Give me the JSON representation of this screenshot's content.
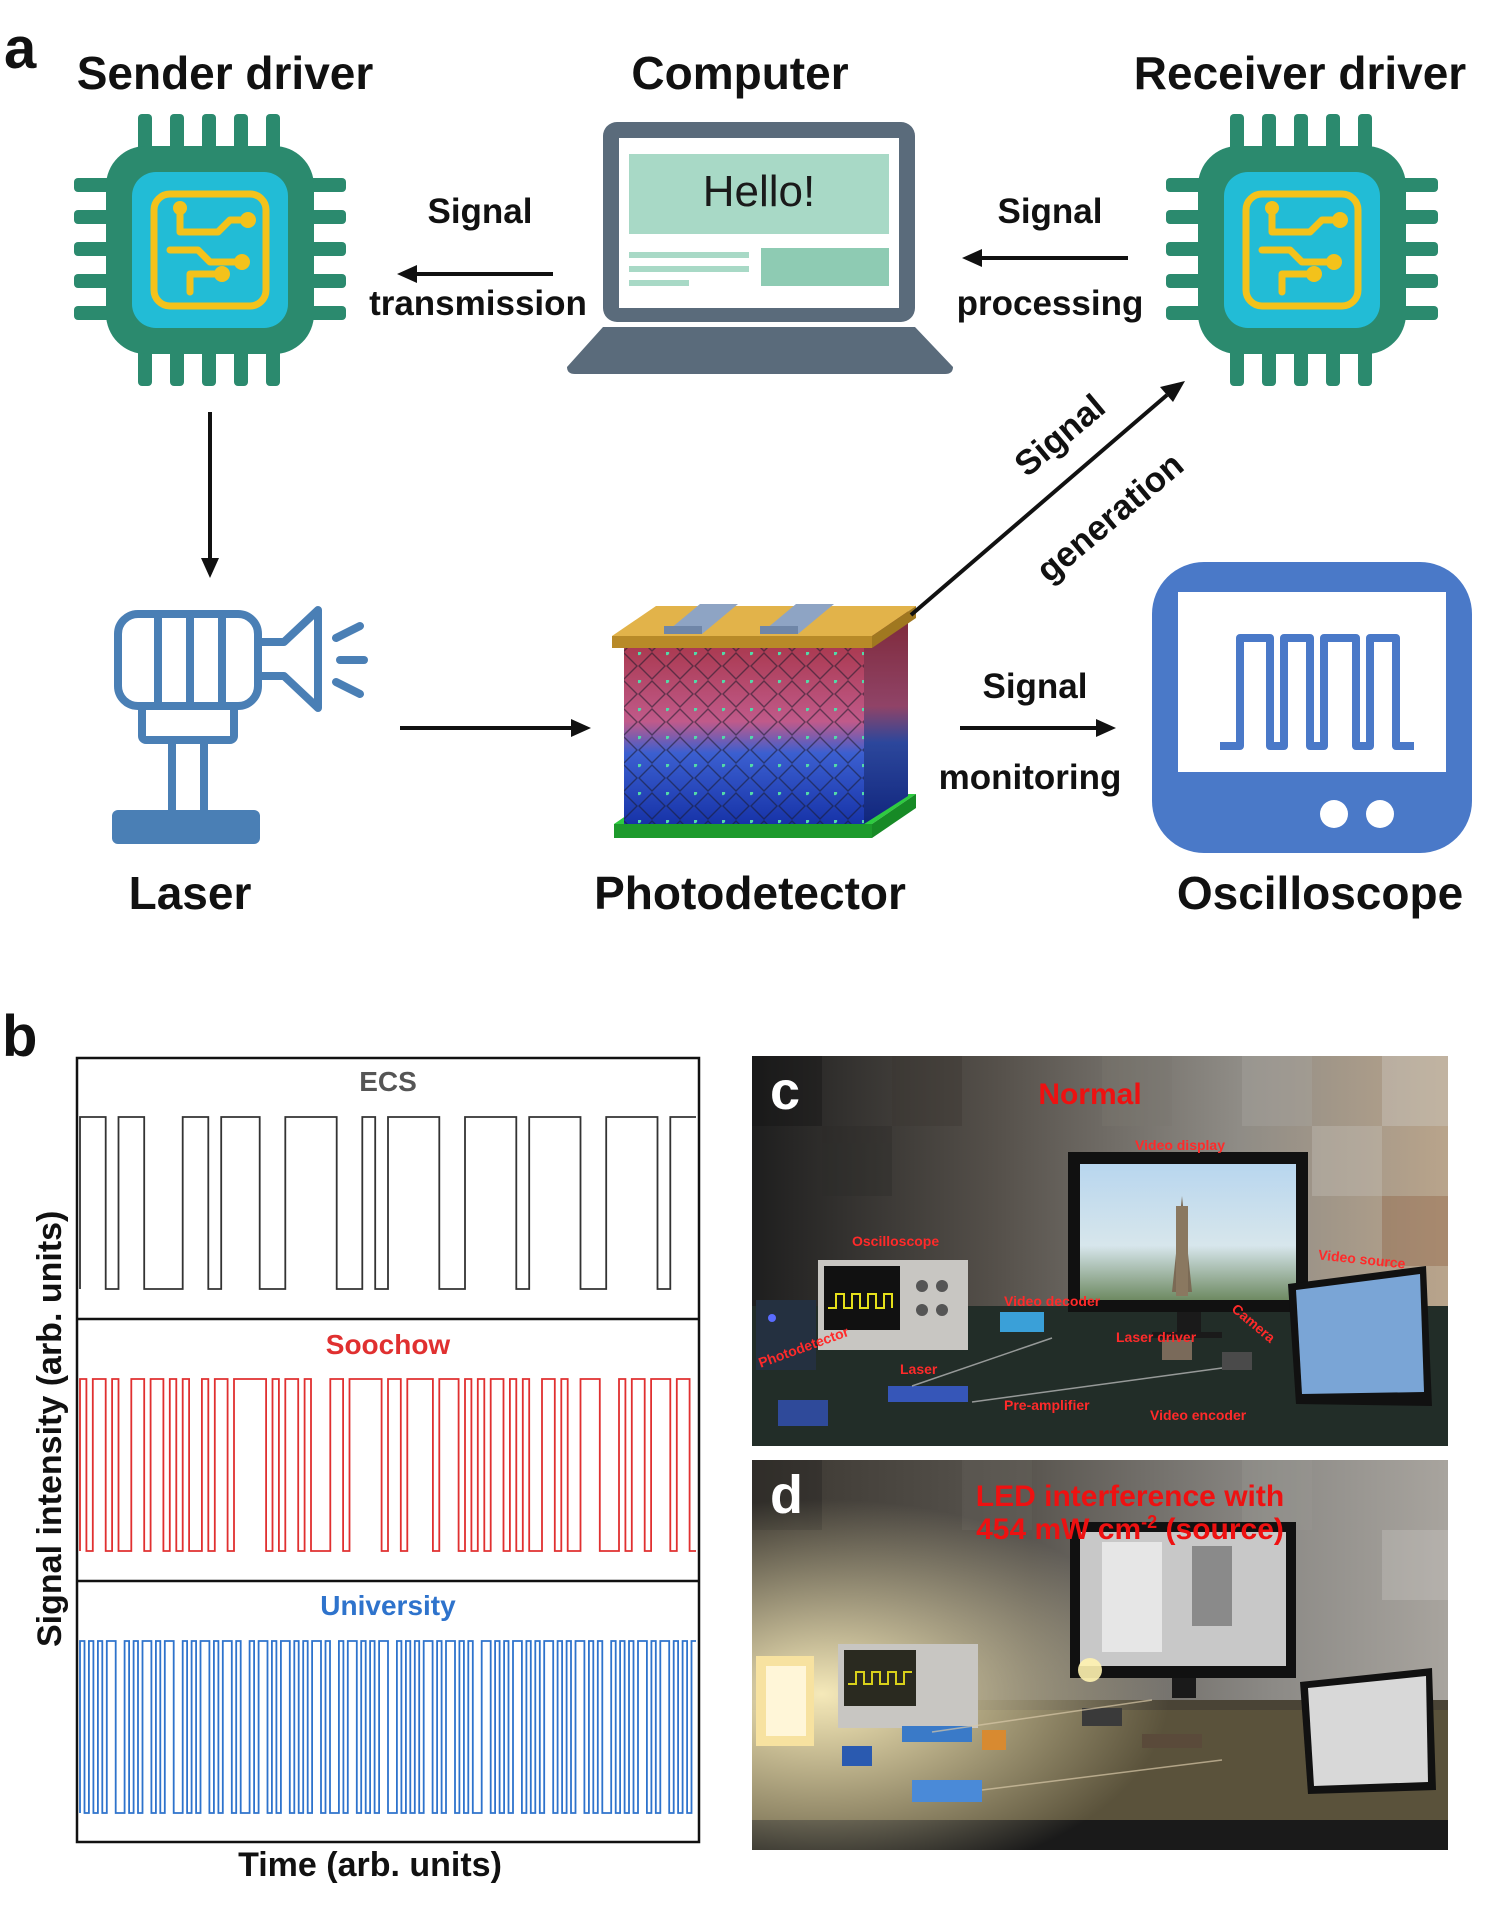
{
  "panel_a": {
    "letter": "a",
    "titles": {
      "sender": "Sender driver",
      "computer": "Computer",
      "receiver": "Receiver driver",
      "laser": "Laser",
      "photodetector": "Photodetector",
      "oscilloscope": "Oscilloscope"
    },
    "screen_text": "Hello!",
    "edges": {
      "transmission": [
        "Signal",
        "transmission"
      ],
      "processing": [
        "Signal",
        "processing"
      ],
      "generation": [
        "Signal",
        "generation"
      ],
      "monitoring": [
        "Signal",
        "monitoring"
      ]
    },
    "colors": {
      "chip_body": "#2b8a6e",
      "chip_core": "#22bcd6",
      "chip_circuit": "#f3c21b",
      "laptop": "#5a6b7b",
      "screen": "#a8d9c6",
      "laser": "#4a7fb5",
      "oscilloscope": "#4a79c8"
    }
  },
  "panel_b": {
    "letter": "b",
    "ylabel": "Signal intensity (arb. units)",
    "xlabel": "Time (arb. units)",
    "traces": [
      {
        "name": "ECS",
        "color": "#333333",
        "bits": "110110001101110011110010111100111101111001111011"
      },
      {
        "name": "Soochow",
        "color": "#e03030",
        "bits": "101101001101101010010110111110101101000110111110110111101110101011010100110100111000101101110110"
      },
      {
        "name": "University",
        "color": "#2e73cc",
        "bits": "101010110010101101011001010110101101001011010110101011010010110101011001010101101011010100110101011010101101010110101001010101101011010101"
      }
    ]
  },
  "panel_c": {
    "letter": "c",
    "status": "Normal",
    "annotations": [
      "Video display",
      "Oscilloscope",
      "Video source",
      "Video decoder",
      "Photodetector",
      "Laser driver",
      "Camera",
      "Laser",
      "Pre-amplifier",
      "Video encoder"
    ]
  },
  "panel_d": {
    "letter": "d",
    "status_line1": "LED interference with",
    "status_line2_prefix": "454 mW cm",
    "status_line2_sup": "-2",
    "status_line2_suffix": " (source)"
  }
}
